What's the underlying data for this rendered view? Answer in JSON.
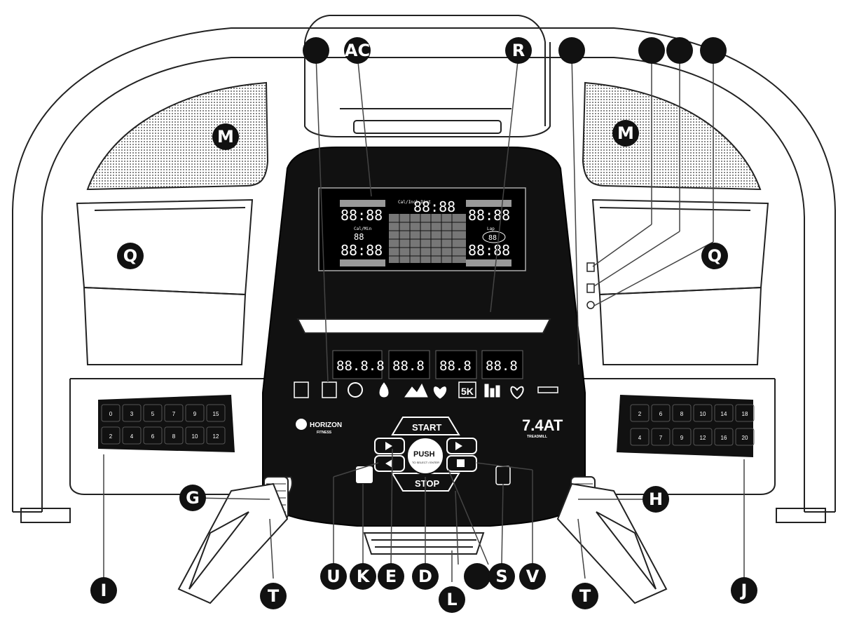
{
  "brand": {
    "name": "HORIZON",
    "sub": "FITNESS",
    "model": "7.4AT",
    "model_sub": "TREADMILL"
  },
  "lcd": {
    "top_left": "88:88",
    "top_center_label": "Cal/Incl Dist",
    "top_center": "88:88",
    "top_right": "88:88",
    "left_label": "Cal/Min",
    "mid_left_small": "88",
    "bottom_left": "88:88",
    "bottom_right": "88:88",
    "lap_label": "Lap",
    "lap_value": "88"
  },
  "console": {
    "start_label": "START",
    "stop_label": "STOP",
    "push_label": "PUSH",
    "push_sub": "TO SELECT / ENTER",
    "segment_displays": [
      "88.8.8",
      "88.8",
      "88.8",
      "88.8"
    ],
    "program_icons": [
      "hand-icon",
      "manual-icon",
      "target-icon",
      "fat-burn-icon",
      "hill-icon",
      "heart-icon",
      "5k-icon",
      "interval-icon",
      "hr-icon",
      "key-icon"
    ],
    "program_5k_label": "5K"
  },
  "left_keypad": {
    "top": [
      "0",
      "3",
      "5",
      "7",
      "9",
      "15"
    ],
    "bottom": [
      "2",
      "4",
      "6",
      "8",
      "10",
      "12"
    ]
  },
  "right_keypad": {
    "top": [
      "2",
      "6",
      "8",
      "10",
      "14",
      "18"
    ],
    "bottom": [
      "4",
      "7",
      "9",
      "12",
      "16",
      "20"
    ]
  },
  "callouts": {
    "AC": "AC",
    "R": "R",
    "M_left": "M",
    "M_right": "M",
    "Q_left": "Q",
    "Q_right": "Q",
    "G": "G",
    "H": "H",
    "I": "I",
    "J": "J",
    "T_left": "T",
    "T_right": "T",
    "U": "U",
    "K": "K",
    "E": "E",
    "D": "D",
    "S": "S",
    "V": "V",
    "L": "L",
    "blank_1": "",
    "blank_2": "",
    "blank_3": "",
    "blank_4": "",
    "blank_5": "",
    "blank_6": ""
  }
}
